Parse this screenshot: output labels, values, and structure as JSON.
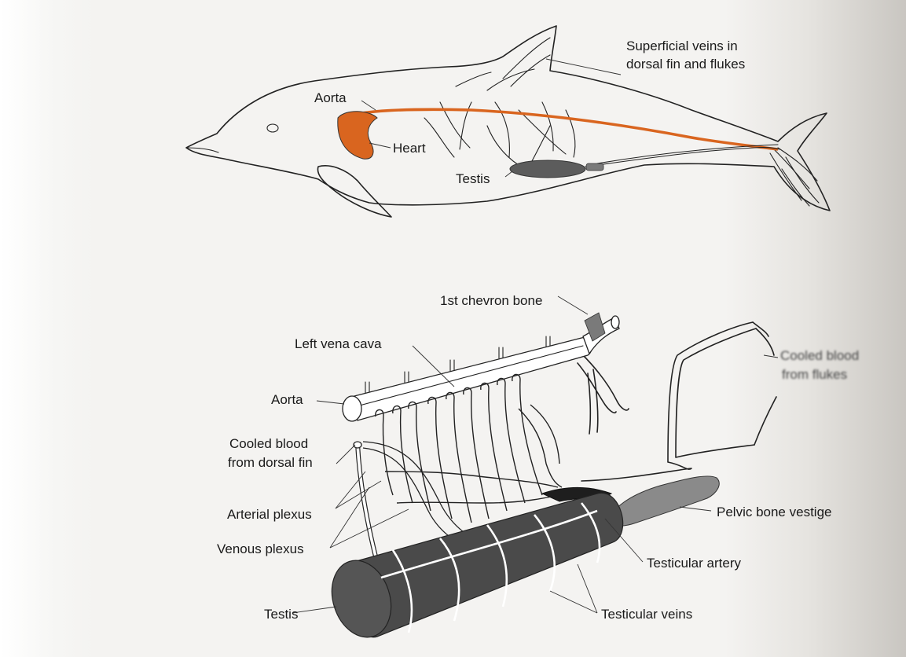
{
  "dolphin_figure": {
    "labels": {
      "superficial_veins_line1": "Superficial veins in",
      "superficial_veins_line2": "dorsal fin and flukes",
      "aorta": "Aorta",
      "heart": "Heart",
      "testis": "Testis"
    },
    "colors": {
      "heart": "#d9651f",
      "aorta": "#d9651f",
      "testis": "#5c5c5c"
    }
  },
  "plexus_figure": {
    "labels": {
      "chevron_bone": "1st chevron bone",
      "left_vena_cava": "Left vena cava",
      "cooled_flukes_line1": "Cooled blood",
      "cooled_flukes_line2": "from flukes",
      "aorta": "Aorta",
      "cooled_dorsal_line1": "Cooled blood",
      "cooled_dorsal_line2": "from dorsal fin",
      "arterial_plexus": "Arterial plexus",
      "venous_plexus": "Venous plexus",
      "pelvic_bone": "Pelvic bone vestige",
      "testicular_artery": "Testicular artery",
      "testis": "Testis",
      "testicular_veins": "Testicular veins"
    },
    "colors": {
      "testis": "#4a4a4a",
      "pelvic_bone": "#8a8a8a",
      "chevron": "#7a7a7a"
    }
  }
}
